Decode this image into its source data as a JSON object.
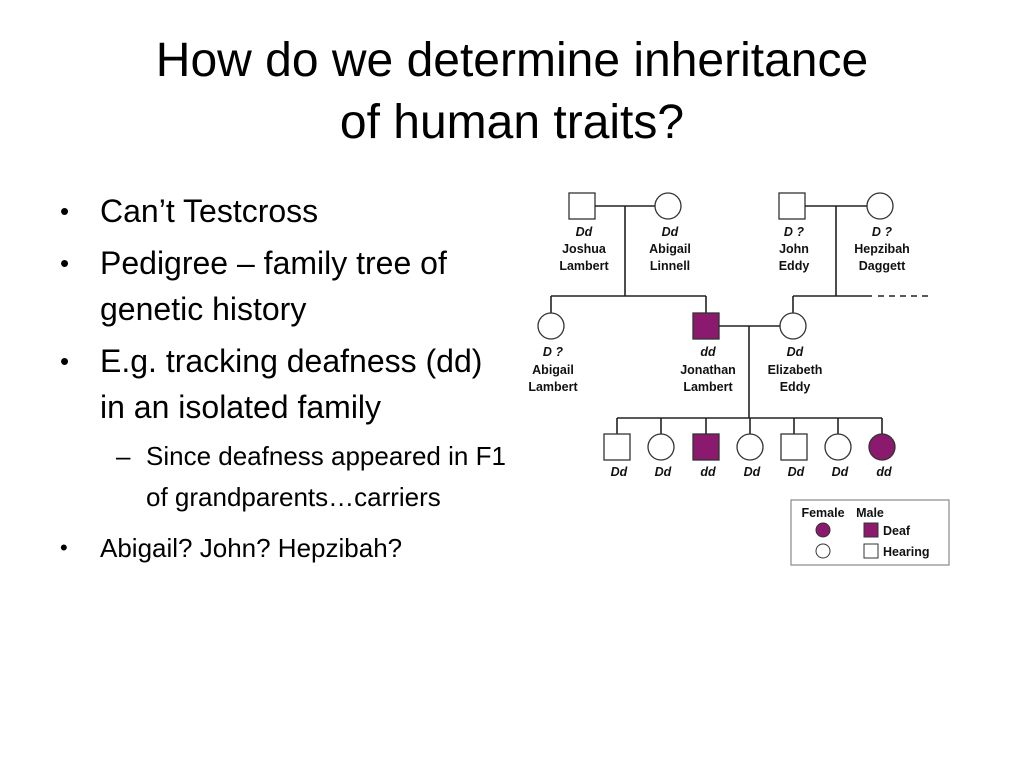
{
  "slide": {
    "title_line1": "How do we determine inheritance",
    "title_line2": "of human traits?",
    "bullets": [
      "Can’t Testcross",
      "Pedigree – family tree of genetic history",
      "E.g. tracking deafness (dd) in an isolated family"
    ],
    "sub_bullet": "Since deafness appeared in F1 of grandparents…carriers",
    "last_bullet": "Abigail? John? Hepzibah?"
  },
  "pedigree": {
    "colors": {
      "affected": "#8b1a6e",
      "line": "#222222"
    },
    "gen1": [
      {
        "genotype": "Dd",
        "name1": "Joshua",
        "name2": "Lambert",
        "sex": "male",
        "affected": false
      },
      {
        "genotype": "Dd",
        "name1": "Abigail",
        "name2": "Linnell",
        "sex": "female",
        "affected": false
      },
      {
        "genotype": "D ?",
        "name1": "John",
        "name2": "Eddy",
        "sex": "male",
        "affected": false
      },
      {
        "genotype": "D ?",
        "name1": "Hepzibah",
        "name2": "Daggett",
        "sex": "female",
        "affected": false
      }
    ],
    "gen2": [
      {
        "genotype": "D ?",
        "name1": "Abigail",
        "name2": "Lambert",
        "sex": "female",
        "affected": false
      },
      {
        "genotype": "dd",
        "name1": "Jonathan",
        "name2": "Lambert",
        "sex": "male",
        "affected": true
      },
      {
        "genotype": "Dd",
        "name1": "Elizabeth",
        "name2": "Eddy",
        "sex": "female",
        "affected": false
      }
    ],
    "gen3": [
      {
        "genotype": "Dd",
        "sex": "male",
        "affected": false
      },
      {
        "genotype": "Dd",
        "sex": "female",
        "affected": false
      },
      {
        "genotype": "dd",
        "sex": "male",
        "affected": true
      },
      {
        "genotype": "Dd",
        "sex": "female",
        "affected": false
      },
      {
        "genotype": "Dd",
        "sex": "male",
        "affected": false
      },
      {
        "genotype": "Dd",
        "sex": "female",
        "affected": false
      },
      {
        "genotype": "dd",
        "sex": "female",
        "affected": true
      }
    ],
    "legend": {
      "female": "Female",
      "male": "Male",
      "deaf": "Deaf",
      "hearing": "Hearing"
    }
  }
}
